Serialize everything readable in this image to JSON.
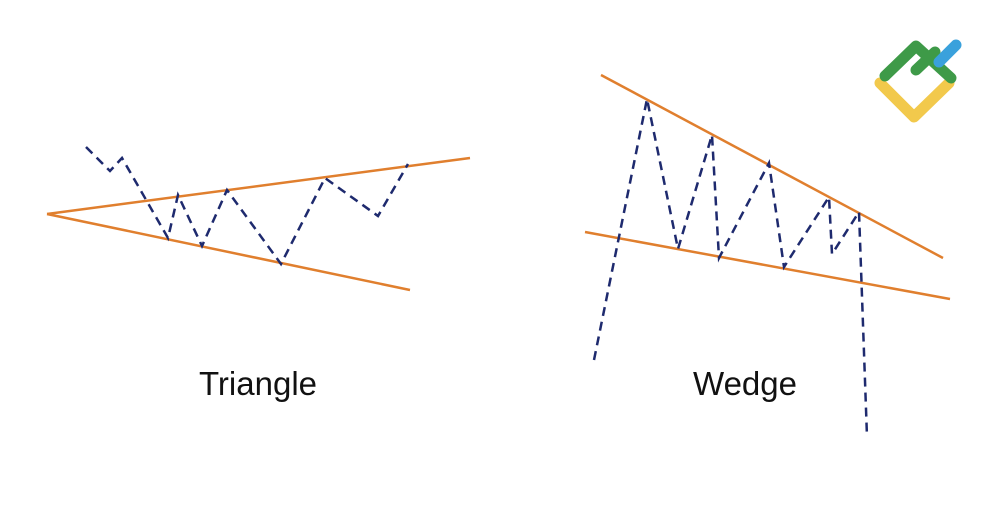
{
  "diagram": {
    "colors": {
      "trendline": "#e07f2e",
      "price_path": "#1e2a6e",
      "logo_green": "#3e9a48",
      "logo_blue": "#3aa1dc",
      "logo_yellow": "#f2c94c"
    },
    "logo_icon": "brand-logo-icon",
    "patterns": [
      {
        "id": "triangle",
        "label": "Triangle"
      },
      {
        "id": "wedge",
        "label": "Wedge"
      }
    ]
  }
}
